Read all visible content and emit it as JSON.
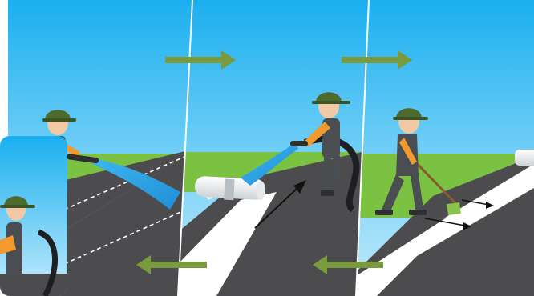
{
  "scene": {
    "panels": [
      {
        "name": "panel-1",
        "step": "cleaning-road-with-water"
      },
      {
        "name": "panel-2",
        "step": "applying-white-sheet"
      },
      {
        "name": "panel-3",
        "step": "brushing-white-surface"
      }
    ],
    "colors": {
      "sky_top": "#1aaff0",
      "sky_bottom": "#b9e7fb",
      "grass": "#7cc242",
      "asphalt": "#4c4c4f",
      "white_coating": "#ffffff",
      "arrow_green": "#7a9a3e",
      "water_blue": "#2aa4e6",
      "helmet_green": "#4e6b2f",
      "worker_orange": "#f29a2e",
      "worker_grey": "#4a4d51",
      "skin": "#f1c9a5"
    },
    "icons": [
      "arrow-right-icon",
      "arrow-left-icon",
      "worker-icon",
      "hose-icon",
      "roll-icon",
      "brush-icon"
    ]
  }
}
